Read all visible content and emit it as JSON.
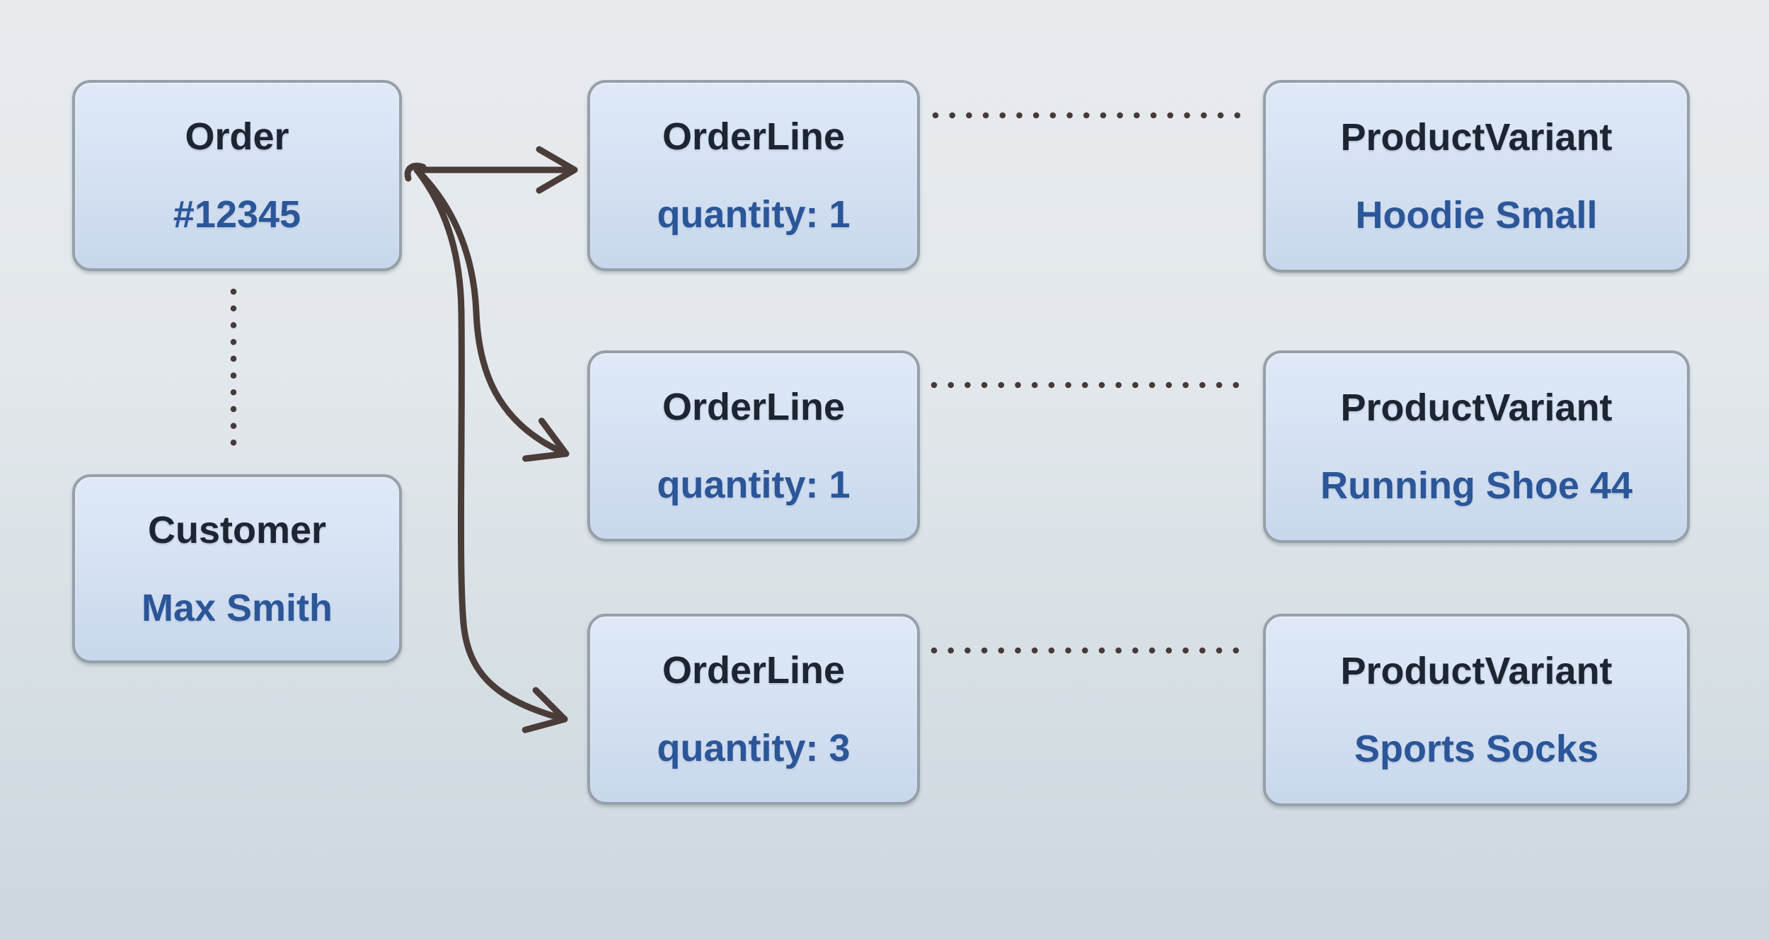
{
  "diagram": {
    "order": {
      "title": "Order",
      "value": "#12345"
    },
    "customer": {
      "title": "Customer",
      "value": "Max Smith"
    },
    "order_lines": [
      {
        "title": "OrderLine",
        "value": "quantity: 1"
      },
      {
        "title": "OrderLine",
        "value": "quantity: 1"
      },
      {
        "title": "OrderLine",
        "value": "quantity: 3"
      }
    ],
    "product_variants": [
      {
        "title": "ProductVariant",
        "value": "Hoodie Small"
      },
      {
        "title": "ProductVariant",
        "value": "Running Shoe 44"
      },
      {
        "title": "ProductVariant",
        "value": "Sports Socks"
      }
    ],
    "connectors": {
      "order_to_order_lines": "solid curved arrows",
      "order_to_customer": "dotted line",
      "order_line_to_product_variant": "dotted line"
    },
    "colors": {
      "node_fill_top": "#dfe9f8",
      "node_fill_bottom": "#c8d7ec",
      "node_border": "#96a0a9",
      "title_text": "#1d2533",
      "value_text": "#2b5698",
      "connector": "#4a3c38",
      "background_top": "#e8ebee",
      "background_bottom": "#ccd7de"
    }
  }
}
